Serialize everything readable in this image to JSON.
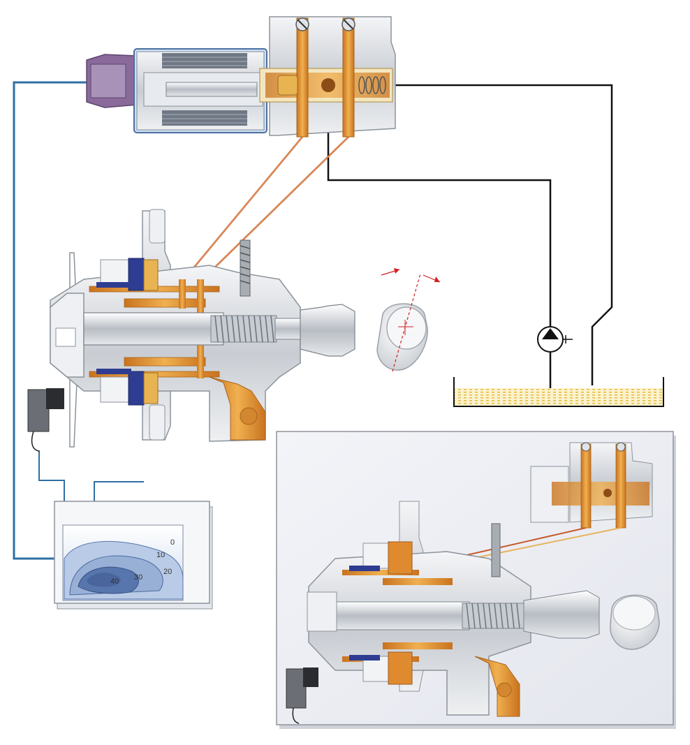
{
  "map_labels": {
    "v0": "0",
    "v10": "10",
    "v20": "20",
    "v30": "30",
    "v40": "40"
  },
  "colors": {
    "oil": "#d58a2c",
    "oil_light": "#f0c35a",
    "brass": "#e0b85a",
    "metal": "#d6d9de",
    "metal_dark": "#9ea4ab",
    "signal_line": "#2f6fa3",
    "hydraulic_line": "#c65a2a",
    "return_line": "#111111",
    "coil": "#2e3d92",
    "map_fill": "#b9cbe6",
    "map_core": "#5676ad",
    "angle_marker": "#d32020",
    "inset_bg": "#e9eaf0"
  },
  "icons": [
    "pump-symbol",
    "camshaft-lobe",
    "sensor",
    "solenoid-valve",
    "engine-map"
  ]
}
